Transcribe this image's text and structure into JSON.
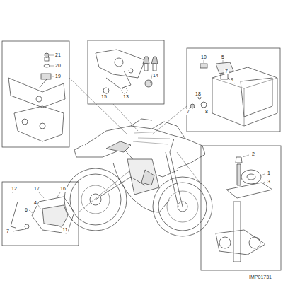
{
  "diagram": {
    "labels": [
      "21",
      "20",
      "19",
      "14",
      "15",
      "13",
      "10",
      "5",
      "7",
      "9",
      "18",
      "7",
      "8",
      "2",
      "1",
      "3",
      "12",
      "17",
      "16",
      "6",
      "4",
      "11",
      "7",
      "IMP01731"
    ]
  }
}
